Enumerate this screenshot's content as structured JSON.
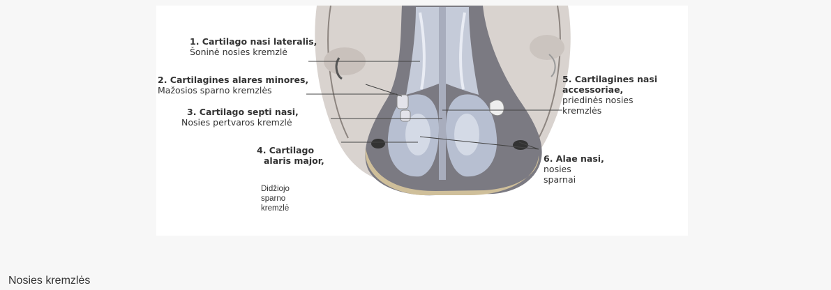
{
  "labels": {
    "l1": {
      "title": "1. Cartilago nasi lateralis,",
      "sub": "Šoninė nosies kremzlė"
    },
    "l2": {
      "title": "2. Cartilagines alares minores,",
      "sub": "Mažosios sparno kremzlės"
    },
    "l3": {
      "title": "3. Cartilago septi nasi,",
      "sub": "Nosies pertvaros kremzlė"
    },
    "l4": {
      "title1": "4. Cartilago",
      "title2": "alaris major,",
      "sub1": "Didžiojo",
      "sub2": "sparno",
      "sub3": "kremzlė"
    },
    "l5": {
      "title1": "5. Cartilagines nasi",
      "title2": "accessoriae,",
      "sub1": "priedinės nosies",
      "sub2": "kremzlės"
    },
    "l6": {
      "title": "6. Alae nasi,",
      "sub1": "nosies",
      "sub2": "sparnai"
    }
  },
  "caption": "Nosies kremzlės"
}
